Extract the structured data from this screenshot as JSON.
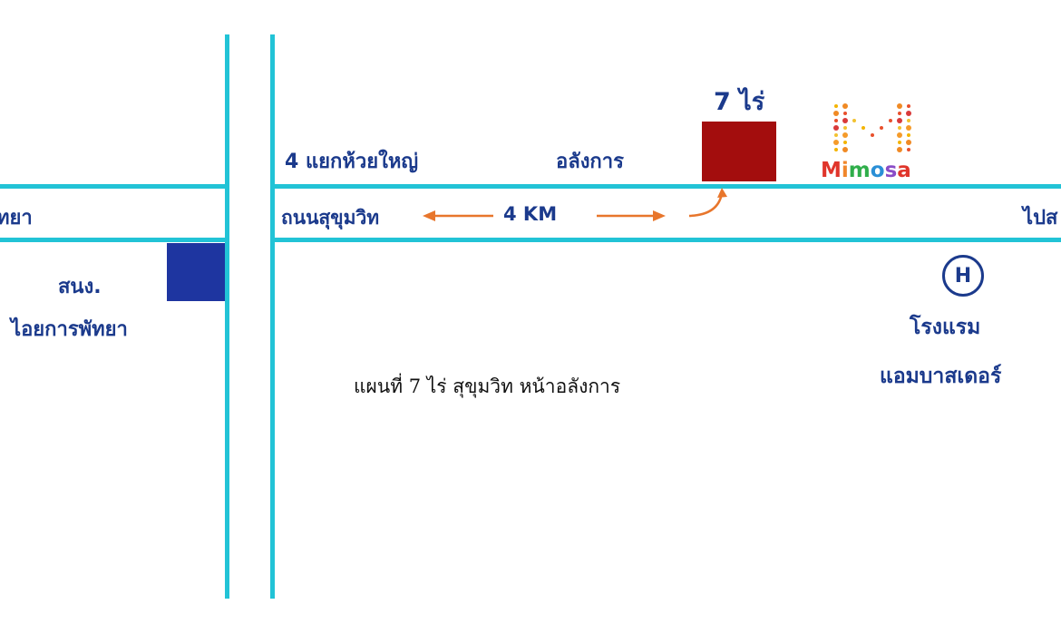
{
  "title": "แผนที่ 7 ไร่ สุขุมวิท  หน้าอลังการ",
  "labels": {
    "plot": "7 ไร่",
    "junction": "4 แยกห้วยใหญ่",
    "landmark_opposite": "อลังการ",
    "road": "ถนนสุขุมวิท",
    "distance": "4  KM",
    "left_edge": "ทยา",
    "right_edge": "ไปส",
    "airport_line1": "สนง.",
    "airport_line2": "ไอยการพัทยา",
    "hotel_icon": "H",
    "hotel_line1": "โรงแรม",
    "hotel_line2": "แอมบาสเดอร์"
  },
  "logo": {
    "icon": "mimosa-m-dots-icon",
    "text": "Mimosa"
  },
  "colors": {
    "road": "#22c3d6",
    "label": "#1b3a8c",
    "plot_block": "#a30d0d",
    "airport_block": "#1e35a0",
    "arrow": "#e8762c"
  }
}
